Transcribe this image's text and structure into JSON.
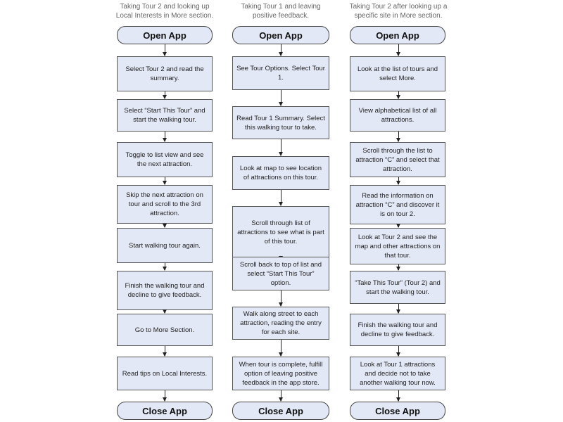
{
  "columns": [
    {
      "header": "Taking Tour 2 and looking up\nLocal Interests in More section.",
      "open": "Open App",
      "steps": [
        "Select Tour 2 and read the summary.",
        "Select “Start This Tour” and start the walking tour.",
        "Toggle to list view and see the next attraction.",
        "Skip the next attraction on tour and scroll to the 3rd attraction.",
        "Start walking tour again.",
        "Finish the walking tour and decline to give feedback.",
        "Go to More Section.",
        "Read tips on Local Interests."
      ],
      "close": "Close App"
    },
    {
      "header": "Taking Tour 1 and leaving\npositive feedback.",
      "open": "Open App",
      "steps": [
        "See Tour Options. Select Tour 1.",
        "Read Tour 1 Summary. Select this walking tour to take.",
        "Look at map to see location of attractions on this tour.",
        "Scroll through list of attractions to see what is part of this tour.",
        "Scroll back to top of list and select “Start This Tour” option.",
        "Walk along street to each attraction, reading the entry for each site.",
        "When tour is complete, fulfill option of leaving positive feedback in the app store."
      ],
      "close": "Close App"
    },
    {
      "header": "Taking Tour 2 after looking up a\nspecific site in More section.",
      "open": "Open App",
      "steps": [
        "Look at the list of tours and select More.",
        "View alphabetical list of all attractions.",
        "Scroll through the list to attraction “C” and select that attraction.",
        "Read the information on attraction “C” and discover it is on tour 2.",
        "Look at Tour 2 and see the map and other attractions on that tour.",
        "“Take This Tour” (Tour 2) and start the walking tour.",
        "Finish the walking tour and decline to give feedback.",
        "Look at Tour 1 attractions and decide not to take another walking tour now."
      ],
      "close": "Close App"
    }
  ],
  "colors": {
    "box_fill": "#e3e8f6",
    "box_border": "#555555",
    "header_text": "#666666",
    "arrow": "#222222"
  }
}
